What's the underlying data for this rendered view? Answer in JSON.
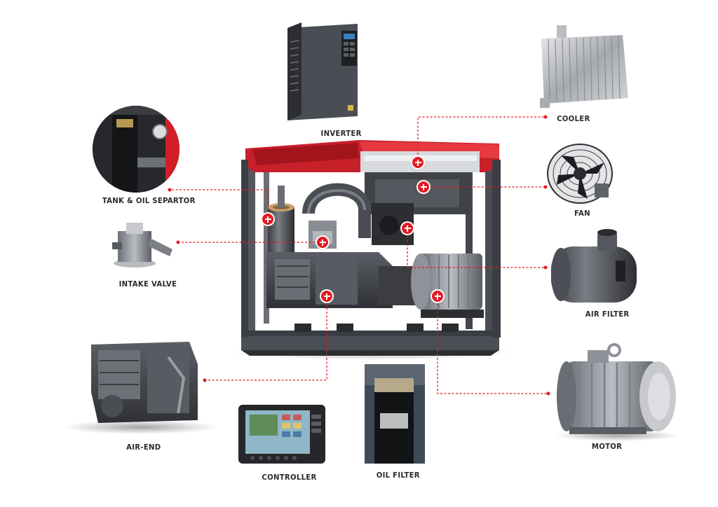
{
  "components": {
    "inverter": "INVERTER",
    "cooler": "COOLER",
    "tank": "TANK & OIL SEPARTOR",
    "fan": "FAN",
    "intake_valve": "INTAKE VALVE",
    "air_filter": "AIR FILTER",
    "air_end": "AIR-END",
    "motor": "MOTOR",
    "controller": "CONTROLLER",
    "oil_filter": "OIL FILTER"
  },
  "colors": {
    "accent": "#e21b23",
    "frame": "#4a4c52",
    "label": "#2b2b2b"
  },
  "icons": {
    "hotspot": "plus-circle-icon"
  }
}
